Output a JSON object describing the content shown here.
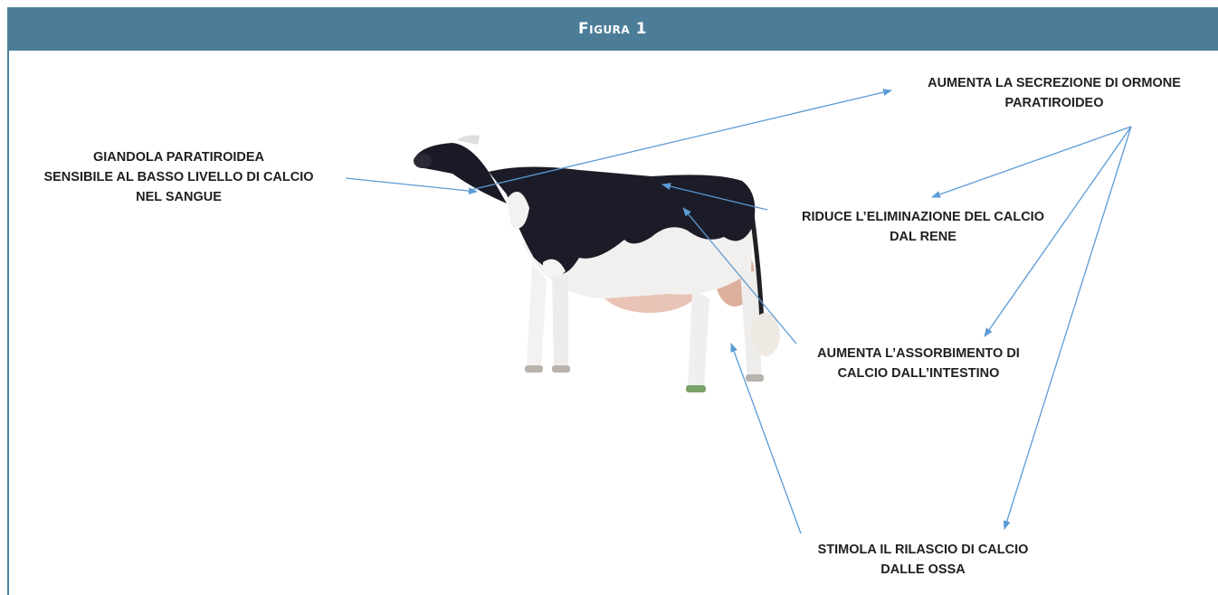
{
  "figure": {
    "title": "Figura 1",
    "accent_color": "#4b7d99",
    "arrow_color": "#5b9bd5"
  },
  "labels": {
    "gland": [
      "GIANDOLA PARATIROIDEA",
      "SENSIBILE AL BASSO LIVELLO DI CALCIO",
      "NEL SANGUE"
    ],
    "pth": [
      "AUMENTA LA SECREZIONE DI ORMONE",
      "PARATIROIDEO"
    ],
    "kidney": [
      "RIDUCE L’ELIMINAZIONE DEL CALCIO",
      "DAL RENE"
    ],
    "intestine": [
      "AUMENTA L’ASSORBIMENTO DI",
      "CALCIO DALL’INTESTINO"
    ],
    "bone": [
      "STIMOLA IL RILASCIO DI CALCIO",
      "DALLE OSSA"
    ]
  },
  "image": {
    "subject": "holstein-cow"
  }
}
